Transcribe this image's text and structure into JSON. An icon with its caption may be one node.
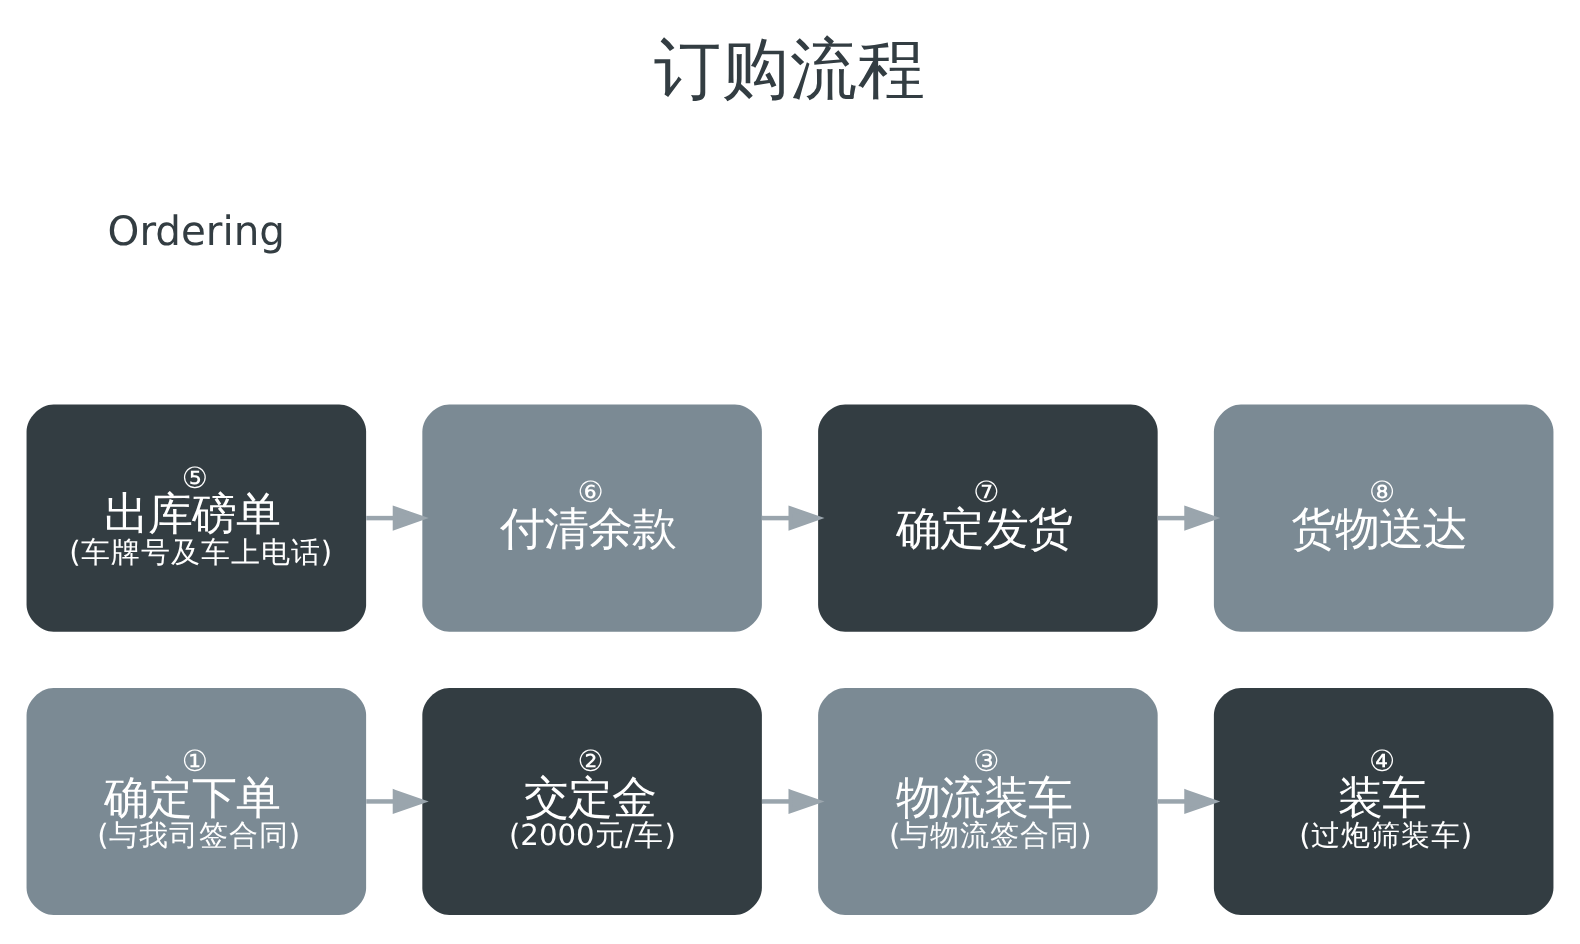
{
  "diagram": {
    "title": "订购流程",
    "nodes": [
      {
        "text": [
          "①",
          "确定下单",
          "(与我司签合同)"
        ]
      },
      {
        "text": [
          "②",
          "交定金",
          "(2000元/车)"
        ]
      },
      {
        "text": [
          "③",
          "物流装车",
          "(与物流签合同)"
        ]
      },
      {
        "text": [
          "④",
          "装车",
          "(过炮筛装车)"
        ]
      },
      {
        "text": [
          "⑤",
          "出库磅单",
          "(车牌号及车上电话)"
        ]
      },
      {
        "text": [
          "⑥",
          "付清余款"
        ]
      },
      {
        "text": [
          "⑦",
          "确定发货"
        ]
      },
      {
        "text": [
          "⑧",
          "货物送达"
        ]
      }
    ],
    "edges": [
      {
        "from": 0,
        "to": 1,
        "arrow": "to"
      },
      {
        "from": 1,
        "to": 2,
        "arrow": "to"
      },
      {
        "from": 2,
        "to": 3,
        "arrow": "to"
      },
      {
        "from": 4,
        "to": 5,
        "arrow": "to"
      },
      {
        "from": 5,
        "to": 6,
        "arrow": "to"
      },
      {
        "from": 6,
        "to": 7,
        "arrow": "to"
      }
    ],
    "labels": [
      "Ordering"
    ]
  }
}
